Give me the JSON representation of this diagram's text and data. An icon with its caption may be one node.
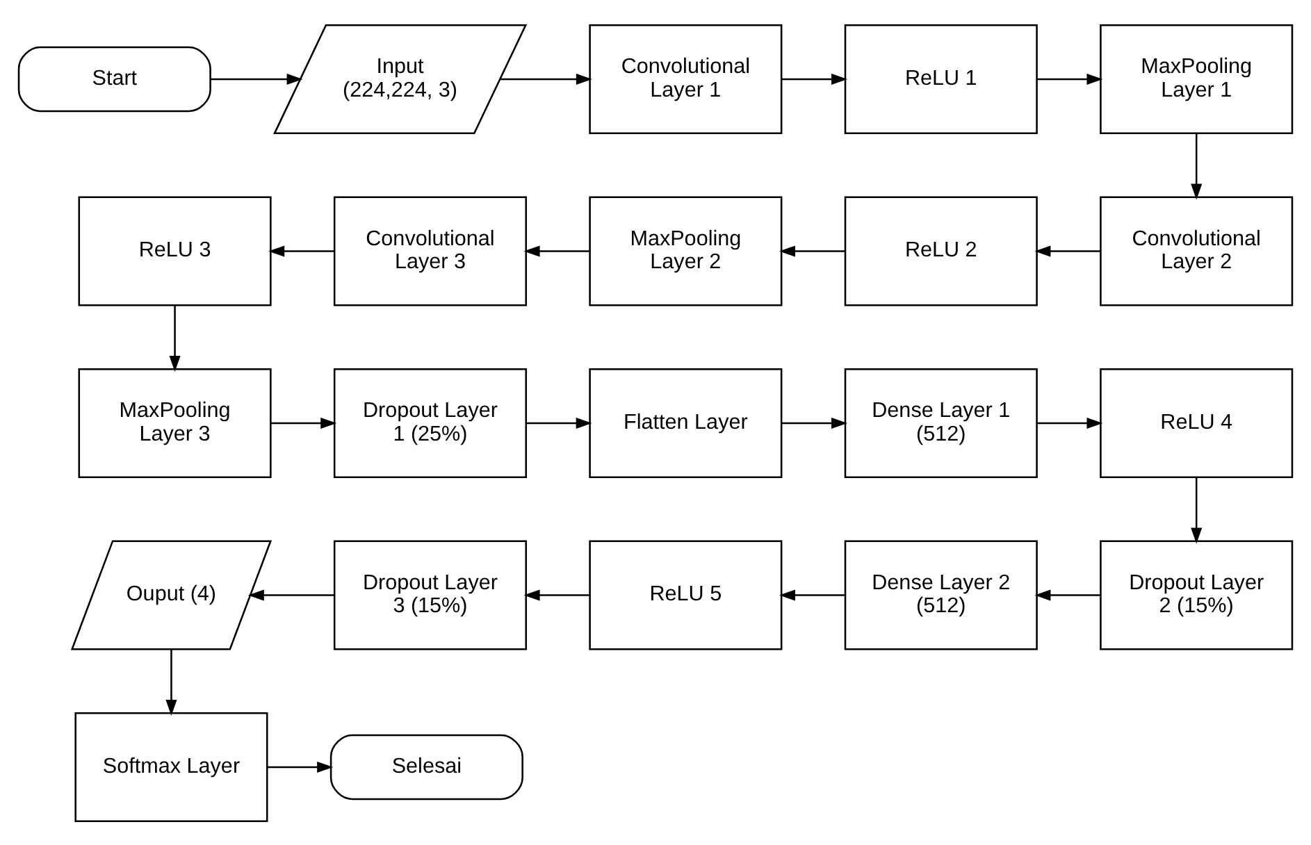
{
  "diagram": {
    "nodes": [
      {
        "text": [
          "Start"
        ]
      },
      {
        "text": [
          "Input (224,224, 3)"
        ]
      },
      {
        "text": [
          "Convolutional Layer 1"
        ]
      },
      {
        "text": [
          "ReLU 1"
        ]
      },
      {
        "text": [
          "MaxPooling Layer 1"
        ]
      },
      {
        "text": [
          "Convolutional Layer 2"
        ]
      },
      {
        "text": [
          "ReLU 2"
        ]
      },
      {
        "text": [
          "MaxPooling Layer 2"
        ]
      },
      {
        "text": [
          "Convolutional Layer 3"
        ]
      },
      {
        "text": [
          "ReLU 3"
        ]
      },
      {
        "text": [
          "MaxPooling Layer 3"
        ]
      },
      {
        "text": [
          "Dropout Layer 1 (25%)"
        ]
      },
      {
        "text": [
          "Flatten Layer"
        ]
      },
      {
        "text": [
          "Dense Layer 1 (512)"
        ]
      },
      {
        "text": [
          "ReLU 4"
        ]
      },
      {
        "text": [
          "Dropout Layer 2 (15%)"
        ]
      },
      {
        "text": [
          "Dense Layer 2 (512)"
        ]
      },
      {
        "text": [
          "ReLU 5"
        ]
      },
      {
        "text": [
          "Dropout Layer 3 (15%)"
        ]
      },
      {
        "text": [
          "Ouput (4)"
        ]
      },
      {
        "text": [
          "Softmax Layer"
        ]
      },
      {
        "text": [
          "Selesai"
        ]
      }
    ],
    "edges": [
      {
        "from": 0,
        "to": 1,
        "arrow": "to"
      },
      {
        "from": 1,
        "to": 2,
        "arrow": "to"
      },
      {
        "from": 2,
        "to": 3,
        "arrow": "to"
      },
      {
        "from": 3,
        "to": 4,
        "arrow": "to"
      },
      {
        "from": 4,
        "to": 5,
        "arrow": "to"
      },
      {
        "from": 5,
        "to": 6,
        "arrow": "to"
      },
      {
        "from": 6,
        "to": 7,
        "arrow": "to"
      },
      {
        "from": 7,
        "to": 8,
        "arrow": "to"
      },
      {
        "from": 8,
        "to": 9,
        "arrow": "to"
      },
      {
        "from": 9,
        "to": 10,
        "arrow": "to"
      },
      {
        "from": 10,
        "to": 11,
        "arrow": "to"
      },
      {
        "from": 11,
        "to": 12,
        "arrow": "to"
      },
      {
        "from": 12,
        "to": 13,
        "arrow": "to"
      },
      {
        "from": 13,
        "to": 14,
        "arrow": "to"
      },
      {
        "from": 14,
        "to": 15,
        "arrow": "to"
      },
      {
        "from": 15,
        "to": 16,
        "arrow": "to"
      },
      {
        "from": 16,
        "to": 17,
        "arrow": "to"
      },
      {
        "from": 17,
        "to": 18,
        "arrow": "to"
      },
      {
        "from": 18,
        "to": 19,
        "arrow": "to"
      },
      {
        "from": 19,
        "to": 20,
        "arrow": "to"
      },
      {
        "from": 20,
        "to": 21,
        "arrow": "to"
      }
    ]
  }
}
